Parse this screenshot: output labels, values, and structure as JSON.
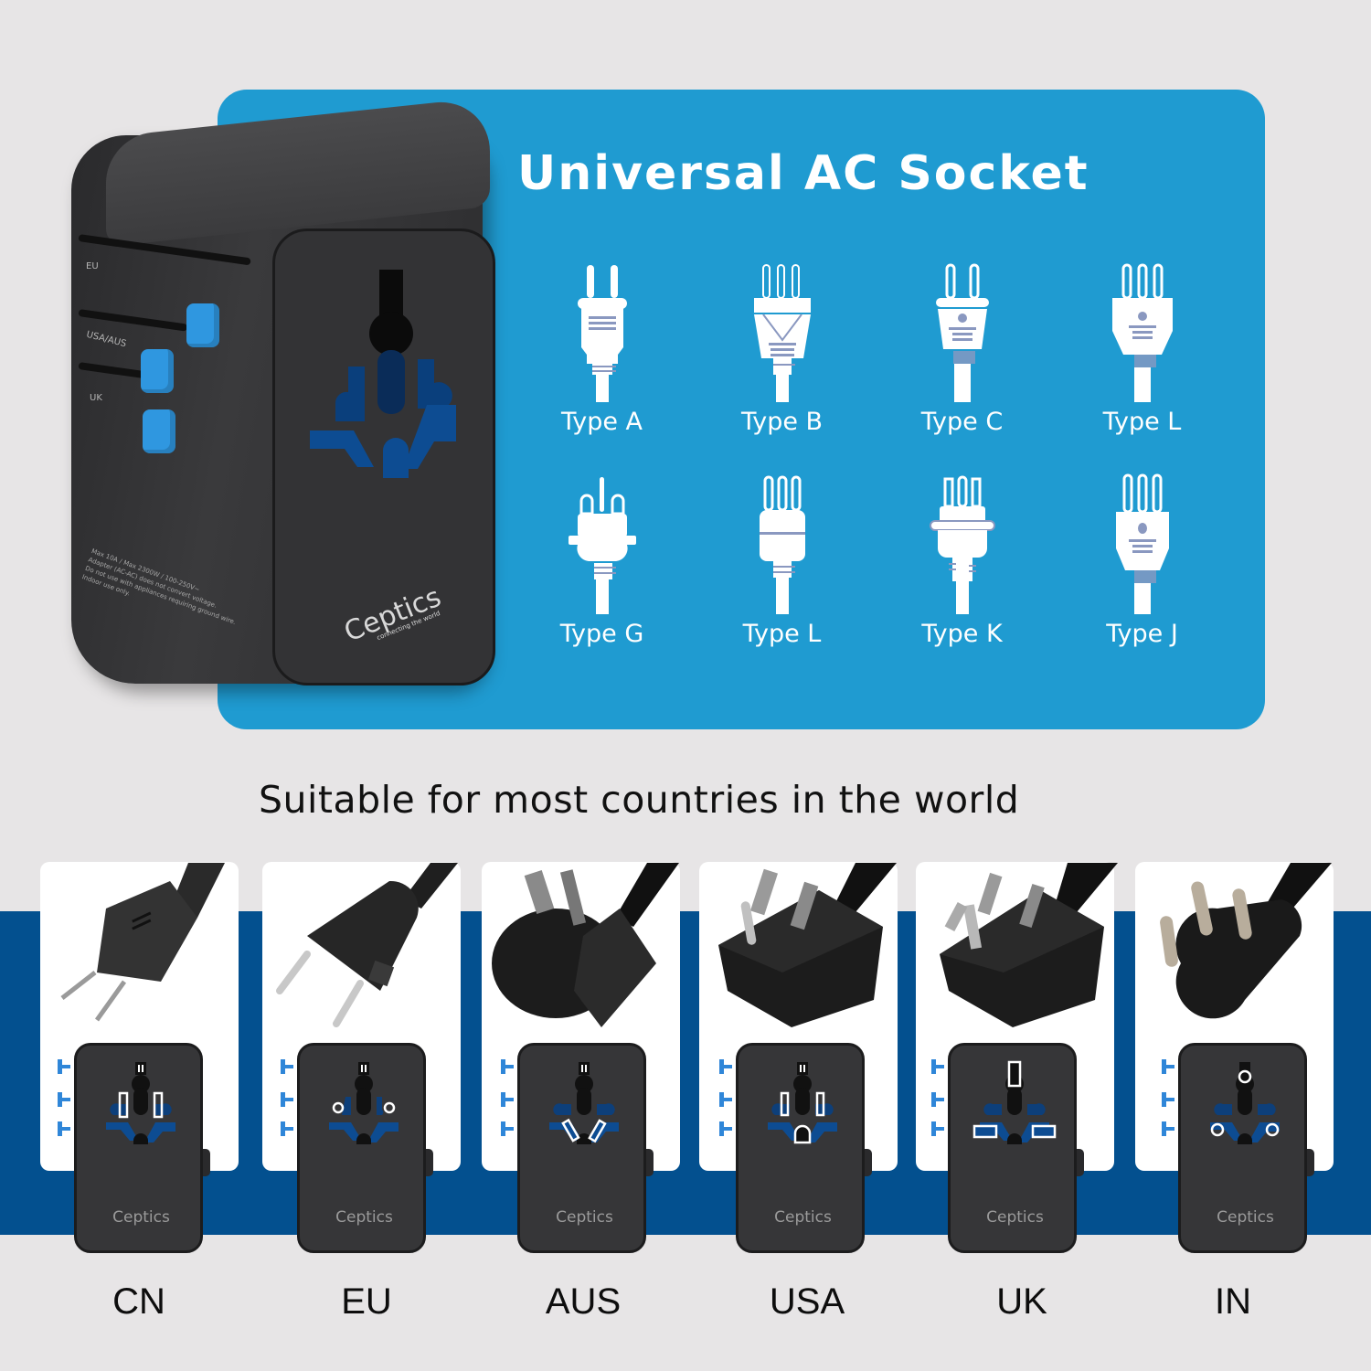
{
  "header": {
    "title": "Universal AC Socket"
  },
  "big_adapter": {
    "brand": "Ceptics",
    "tagline": "connecting the world",
    "slider_labels": [
      "EU",
      "USA/AUS",
      "UK"
    ],
    "fine_print": [
      "Max 10A / Max 2300W / 100-250V~",
      "Adapter (AC-AC) does not convert voltage.",
      "Do not use with appliances requiring ground wire.",
      "Indoor use only."
    ]
  },
  "plug_types": [
    {
      "label": "Type A",
      "icon": "type-a-plug"
    },
    {
      "label": "Type B",
      "icon": "type-b-plug"
    },
    {
      "label": "Type C",
      "icon": "type-c-plug"
    },
    {
      "label": "Type L",
      "icon": "type-l-plug"
    },
    {
      "label": "Type G",
      "icon": "type-g-plug"
    },
    {
      "label": "Type L",
      "icon": "type-l-plug-alt"
    },
    {
      "label": "Type K",
      "icon": "type-k-plug"
    },
    {
      "label": "Type J",
      "icon": "type-j-plug"
    }
  ],
  "compatibility": {
    "subtitle": "Suitable for most countries in the world",
    "countries": [
      {
        "label": "CN",
        "plug": "two-flat-pin-plug",
        "brand": "Ceptics"
      },
      {
        "label": "EU",
        "plug": "two-round-pin-plug",
        "brand": "Ceptics"
      },
      {
        "label": "AUS",
        "plug": "angled-flat-pin-plug",
        "brand": "Ceptics"
      },
      {
        "label": "USA",
        "plug": "grounded-flat-pin-plug",
        "brand": "Ceptics"
      },
      {
        "label": "UK",
        "plug": "three-rect-pin-plug",
        "brand": "Ceptics"
      },
      {
        "label": "IN",
        "plug": "three-round-pin-plug",
        "brand": "Ceptics"
      }
    ]
  },
  "colors": {
    "background": "#e7e5e6",
    "panel_blue": "#1f9bd1",
    "band_blue": "#03508f",
    "accent_blue": "#2f97e0",
    "adapter_black": "#333335",
    "icon_stripe": "#8a98c0"
  }
}
